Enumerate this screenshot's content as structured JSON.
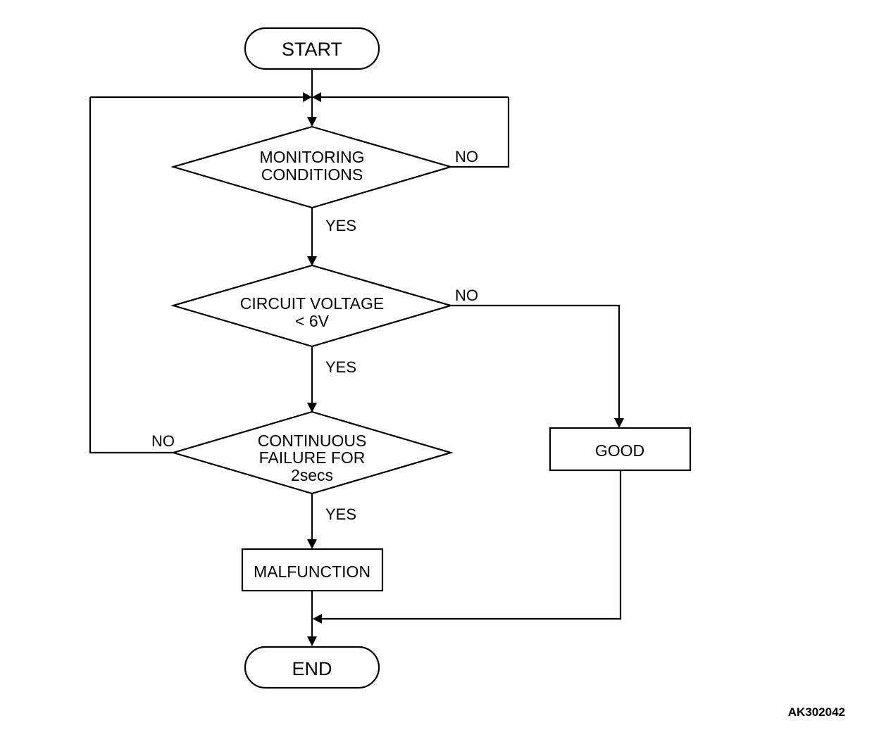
{
  "nodes": {
    "start": "START",
    "monitoring": [
      "MONITORING",
      "CONDITIONS"
    ],
    "voltage": [
      "CIRCUIT VOLTAGE",
      "< 6V"
    ],
    "continuous": [
      "CONTINUOUS",
      "FAILURE FOR",
      "2secs"
    ],
    "malfunction": "MALFUNCTION",
    "good": "GOOD",
    "end": "END"
  },
  "edges": {
    "monitoring_no": "NO",
    "monitoring_yes": "YES",
    "voltage_no": "NO",
    "voltage_yes": "YES",
    "continuous_no": "NO",
    "continuous_yes": "YES"
  },
  "figure_code": "AK302042"
}
